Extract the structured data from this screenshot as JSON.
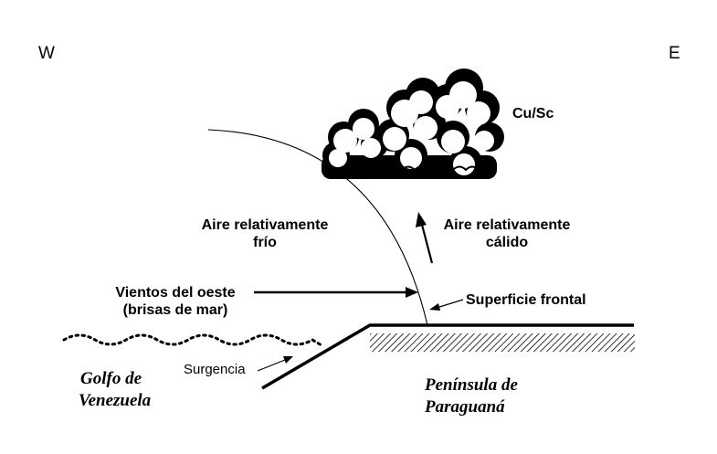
{
  "compass": {
    "west": "W",
    "east": "E"
  },
  "cloud_label": "Cu/Sc",
  "cold_air": {
    "line1": "Aire relativamente",
    "line2": "frío"
  },
  "warm_air": {
    "line1": "Aire relativamente",
    "line2": "cálido"
  },
  "winds": {
    "line1": "Vientos del oeste",
    "line2": "(brisas de mar)"
  },
  "front_label": "Superficie frontal",
  "upwelling_label": "Surgencia",
  "gulf": {
    "line1": "Golfo de",
    "line2": "Venezuela"
  },
  "peninsula": {
    "line1": "Península de",
    "line2": "Paraguaná"
  },
  "colors": {
    "ink": "#000000",
    "background": "#ffffff"
  }
}
